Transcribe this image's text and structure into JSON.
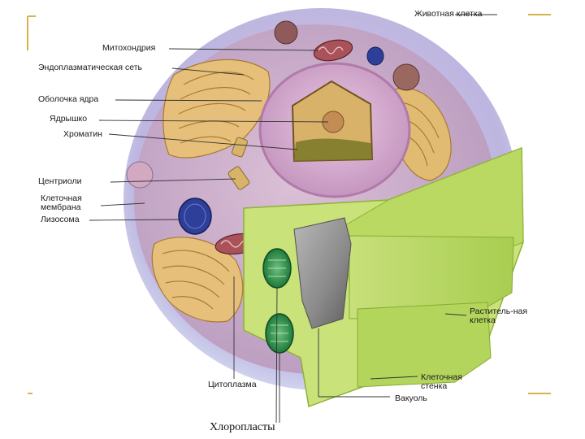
{
  "title": "Животная клетка",
  "labels": {
    "mito": "Митохондрия",
    "er": "Эндоплазматическая сеть",
    "nuc_env": "Оболочка ядра",
    "nucleolus": "Ядрышко",
    "chromatin": "Хроматин",
    "centrioles": "Центриоли",
    "cell_membrane": "Клеточная мембрана",
    "lysosome": "Лизосома",
    "plant_cell": "Раститель-ная клетка",
    "cell_wall": "Клеточная стенка",
    "vacuole": "Вакуоль",
    "cytoplasm": "Цитоплазма"
  },
  "caption": "Хлоропласты",
  "colors": {
    "slide_frame": "#d8b24a",
    "label_line": "#333333",
    "cytoplasm": "#c9a7c6",
    "membrane": "#b7b3de",
    "nucleus": "#dcb6d6",
    "plant_green": "#c9e27a",
    "wall_green": "#a9cd4e"
  }
}
